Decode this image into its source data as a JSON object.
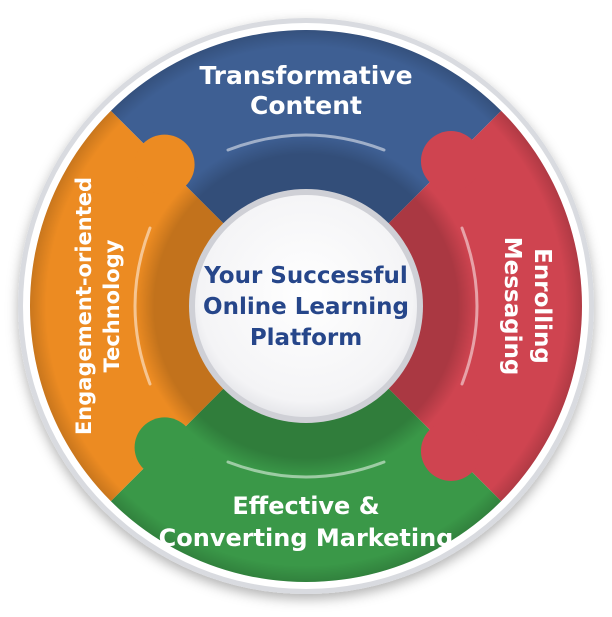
{
  "center": {
    "lines": [
      "Your Successful",
      "Online Learning",
      "Platform"
    ],
    "color": "#26468a"
  },
  "segments": [
    {
      "id": "top",
      "lines": [
        "Transformative",
        "Content"
      ],
      "color": "#3e5f93"
    },
    {
      "id": "right",
      "lines": [
        "Enrolling",
        "Messaging"
      ],
      "color": "#cf4450"
    },
    {
      "id": "bottom",
      "lines": [
        "Effective &",
        "Converting Marketing"
      ],
      "color": "#3a9848"
    },
    {
      "id": "left",
      "lines": [
        "Engagement-oriented",
        "Technology"
      ],
      "color": "#ec8b22"
    }
  ]
}
